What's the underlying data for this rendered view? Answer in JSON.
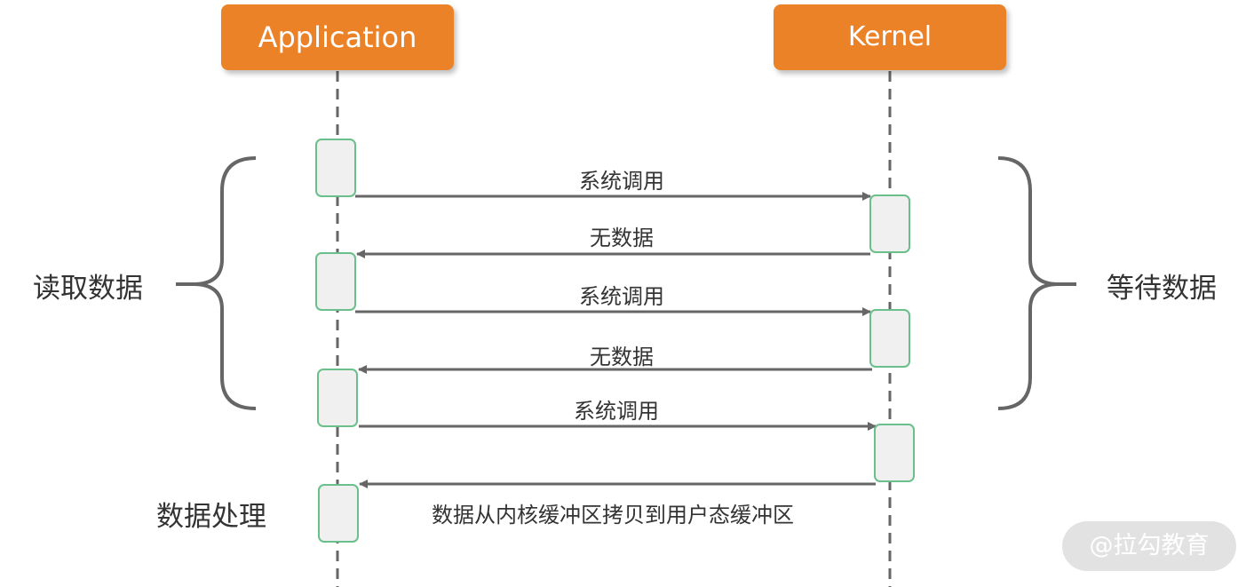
{
  "actors": {
    "application": "Application",
    "kernel": "Kernel"
  },
  "messages": [
    {
      "label": "系统调用",
      "direction": "to-kernel"
    },
    {
      "label": "无数据",
      "direction": "to-application"
    },
    {
      "label": "系统调用",
      "direction": "to-kernel"
    },
    {
      "label": "无数据",
      "direction": "to-application"
    },
    {
      "label": "系统调用",
      "direction": "to-kernel"
    },
    {
      "label": "数据从内核缓冲区拷贝到用户态缓冲区",
      "direction": "to-application"
    }
  ],
  "groups": {
    "left": "读取数据",
    "right": "等待数据"
  },
  "final_step": "数据处理",
  "watermark": "@拉勾教育",
  "colors": {
    "header": "#ec8228",
    "activation_border": "#6abf8a",
    "activation_fill": "#f0f0f0",
    "line": "#666666",
    "text": "#333333"
  }
}
